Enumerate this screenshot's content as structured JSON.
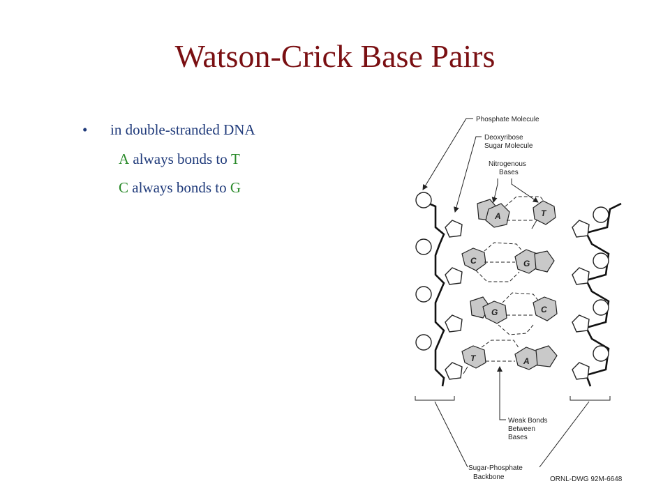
{
  "slide": {
    "title": "Watson-Crick Base Pairs",
    "bullet": "in double-stranded DNA",
    "pairs": [
      {
        "a": "A",
        "mid": " always bonds to ",
        "b": "T"
      },
      {
        "a": "C",
        "mid": " always bonds to ",
        "b": "G"
      }
    ]
  },
  "colors": {
    "title": "#7a0f12",
    "body": "#1f3a7a",
    "base_letter": "#2a8a2a"
  },
  "diagram": {
    "labels": {
      "phosphate": "Phosphate Molecule",
      "deoxyribose_1": "Deoxyribose",
      "deoxyribose_2": "Sugar Molecule",
      "nitrogenous_1": "Nitrogenous",
      "nitrogenous_2": "Bases",
      "weak_1": "Weak Bonds",
      "weak_2": "Between",
      "weak_3": "Bases",
      "backbone_1": "Sugar-Phosphate",
      "backbone_2": "Backbone",
      "credit": "ORNL-DWG 92M-6648"
    },
    "base_pairs": [
      {
        "left": "A",
        "right": "T"
      },
      {
        "left": "C",
        "right": "G"
      },
      {
        "left": "G",
        "right": "C"
      },
      {
        "left": "T",
        "right": "A"
      }
    ]
  }
}
